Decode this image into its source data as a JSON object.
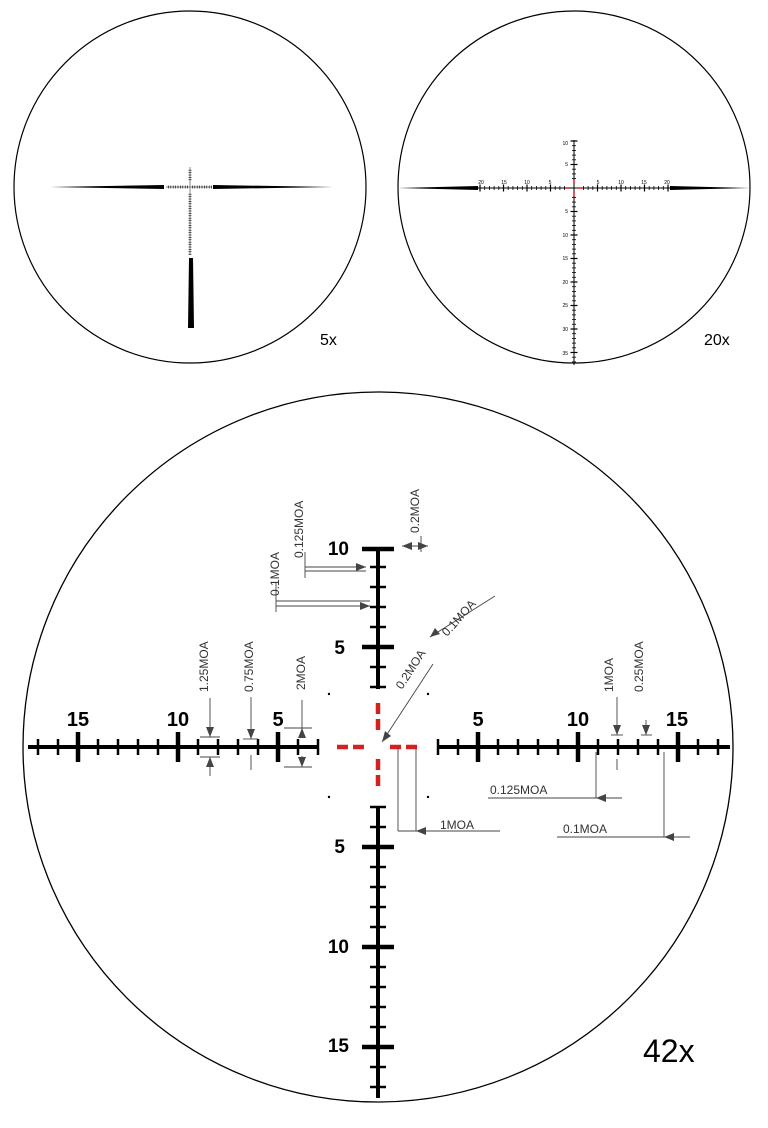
{
  "views": {
    "small_left": {
      "magnification": "5x"
    },
    "small_right": {
      "magnification": "20x",
      "h_labels": [
        "20",
        "15",
        "10",
        "5",
        "5",
        "10",
        "15",
        "20"
      ],
      "v_labels": [
        "10",
        "5",
        "5",
        "10",
        "15",
        "20",
        "25",
        "30",
        "35"
      ]
    },
    "large": {
      "magnification": "42x",
      "h_labels": [
        "15",
        "10",
        "5",
        "5",
        "10",
        "15"
      ],
      "v_labels": [
        "10",
        "5",
        "5",
        "10",
        "15"
      ],
      "annotations": {
        "a_125moa": "1.25MOA",
        "a_075moa": "0.75MOA",
        "a_2moa": "2MOA",
        "a_01moa_top": "0.1MOA",
        "a_0125moa_top": "0.125MOA",
        "a_02moa_top": "0.2MOA",
        "a_02moa_diag": "0.2MOA",
        "a_01moa_diag": "0.1MOA",
        "a_1moa_right": "1MOA",
        "a_025moa": "0.25MOA",
        "a_0125moa_bottom": "0.125MOA",
        "a_1moa_bottom": "1MOA",
        "a_01moa_bottom": "0.1MOA"
      }
    }
  },
  "colors": {
    "reticle": "#000000",
    "center_mark": "#d42020",
    "outline": "#000000"
  }
}
